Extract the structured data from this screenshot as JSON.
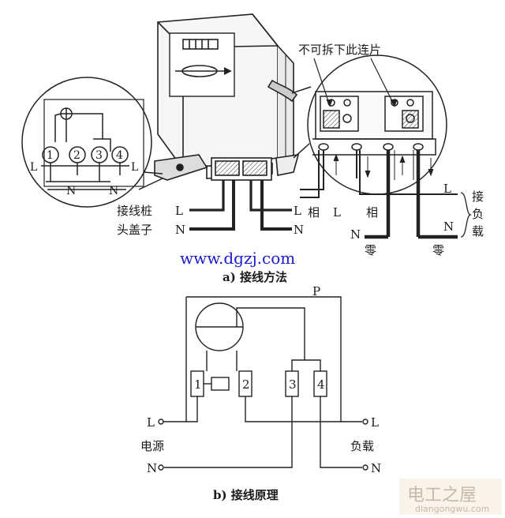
{
  "top": {
    "callout": "不可拆下此连片",
    "terminal_cap_label_1": "接线桩",
    "terminal_cap_label_2": "头盖子",
    "L": "L",
    "N": "N",
    "xiang": "相",
    "ling": "零",
    "load_1": "接",
    "load_2": "负",
    "load_3": "载",
    "terminals": [
      "1",
      "2",
      "3",
      "4"
    ]
  },
  "url": "www.dgzj.com",
  "caption_a": "a)  接线方法",
  "bottom": {
    "P": "P",
    "terminals": [
      "1",
      "2",
      "3",
      "4"
    ],
    "L": "L",
    "N": "N",
    "source": "电源",
    "load": "负载"
  },
  "caption_b": "b)  接线原理",
  "watermark": {
    "title": "电工之屋",
    "domain": "diangongwu.com"
  }
}
